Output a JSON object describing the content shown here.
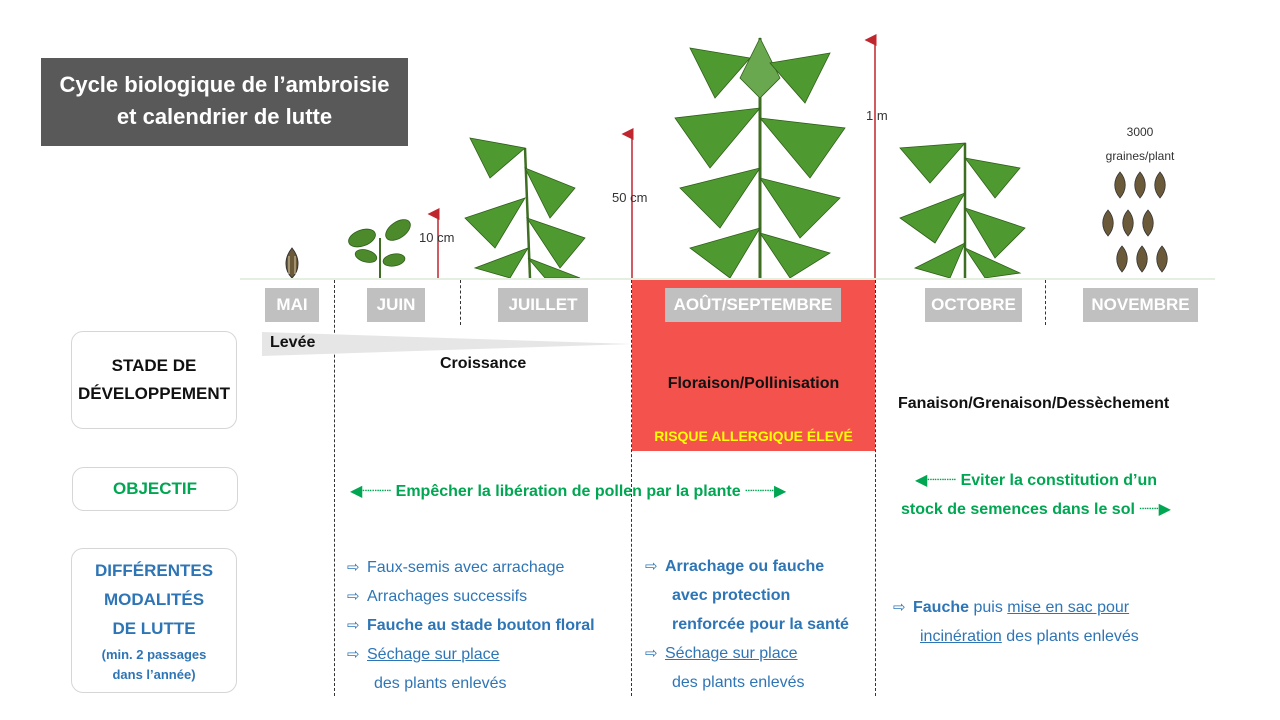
{
  "title": {
    "line1": "Cycle biologique de l’ambroisie",
    "line2": "et calendrier de lutte"
  },
  "heights": {
    "h10": "10 cm",
    "h50": "50 cm",
    "h1m": "1 m"
  },
  "seeds": {
    "count": "3000",
    "unit": "graines/plant"
  },
  "months": [
    "MAI",
    "JUIN",
    "JUILLET",
    "AOÛT/SEPTEMBRE",
    "OCTOBRE",
    "NOVEMBRE"
  ],
  "labels": {
    "stade": [
      "STADE DE",
      "DÉVELOPPEMENT"
    ],
    "objectif": "OBJECTIF",
    "modalites": [
      "DIFFÉRENTES",
      "MODALITÉS",
      "DE LUTTE"
    ],
    "modalites_note": [
      "(min. 2 passages",
      "dans l’année)"
    ]
  },
  "stages": {
    "levee": "Levée",
    "croissance": "Croissance",
    "floraison": "Floraison/Pollinisation",
    "risque": "RISQUE ALLERGIQUE ÉLEVÉ",
    "fanaison": "Fanaison/Grenaison/Dessèchement"
  },
  "objectifs": {
    "left": "Empêcher la libération de pollen par la plante",
    "right_l1": "Eviter la constitution d’un",
    "right_l2": "stock de semences dans le sol"
  },
  "methods": {
    "col1": {
      "m1": "Faux-semis avec arrachage",
      "m2": "Arrachages successifs",
      "m3": "Fauche au stade bouton floral",
      "m4": "Séchage sur place",
      "m4b": "des plants enlevés"
    },
    "col2": {
      "m1a": "Arrachage ou fauche",
      "m1b": "avec protection",
      "m1c": "renforcée pour la santé",
      "m2": "Séchage sur place",
      "m2b": "des plants enlevés"
    },
    "col3": {
      "fauche": "Fauche",
      "puis": " puis ",
      "mise": "mise en sac pour",
      "incin": "incinération",
      "rest": " des plants enlevés"
    }
  },
  "colors": {
    "title_bg": "#595959",
    "month_bg": "#c0c0c0",
    "risk_red": "#f4524d",
    "risk_text": "#ffff00",
    "green": "#00a651",
    "blue": "#2e75b6",
    "arrow_red": "#c0262d"
  }
}
